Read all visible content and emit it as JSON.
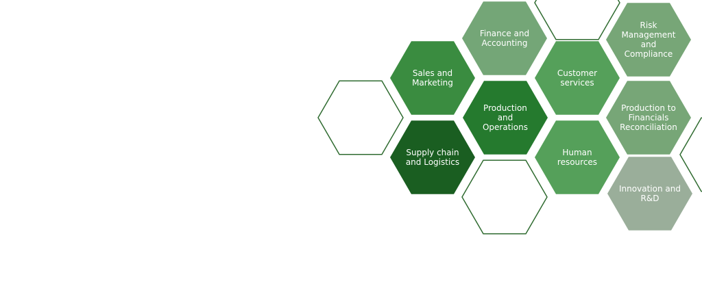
{
  "hexagons": [
    {
      "id": "finance-and-accounting",
      "label": "Finance and\nAccounting",
      "fill": "#74a677",
      "style": "filled"
    },
    {
      "id": "top-center-empty",
      "label": "",
      "fill": "#ffffff",
      "stroke": "#2f6b30",
      "style": "outline"
    },
    {
      "id": "risk-management-and-compliance",
      "label": "Risk\nManagement\nand\nCompliance",
      "fill": "#77a677",
      "style": "filled"
    },
    {
      "id": "sales-and-marketing",
      "label": "Sales and\nMarketing",
      "fill": "#3a8c40",
      "style": "filled"
    },
    {
      "id": "customer-services",
      "label": "Customer\nservices",
      "fill": "#55a05a",
      "style": "filled"
    },
    {
      "id": "left-empty",
      "label": "",
      "fill": "#ffffff",
      "stroke": "#2f6b30",
      "style": "outline"
    },
    {
      "id": "production-and-operations",
      "label": "Production\nand\nOperations",
      "fill": "#257a2e",
      "style": "filled"
    },
    {
      "id": "production-to-financials-reconciliation",
      "label": "Production to\nFinancials\nReconciliation",
      "fill": "#77a677",
      "style": "filled"
    },
    {
      "id": "supply-chain-and-logistics",
      "label": "Supply chain\nand Logistics",
      "fill": "#1a5e21",
      "style": "filled"
    },
    {
      "id": "human-resources",
      "label": "Human\nresources",
      "fill": "#55a05a",
      "style": "filled"
    },
    {
      "id": "right-edge-empty",
      "label": "",
      "fill": "#ffffff",
      "stroke": "#2f6b30",
      "style": "outline"
    },
    {
      "id": "bottom-center-empty",
      "label": "",
      "fill": "#ffffff",
      "stroke": "#2f6b30",
      "style": "outline"
    },
    {
      "id": "innovation-and-rd",
      "label": "Innovation and\nR&D",
      "fill": "#9aae9a",
      "style": "filled"
    }
  ]
}
